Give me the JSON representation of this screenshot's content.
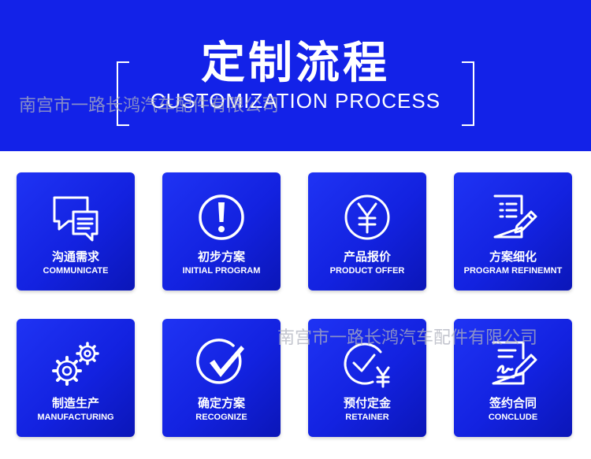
{
  "header": {
    "title_cn": "定制流程",
    "title_en": "CUSTOMIZATION PROCESS",
    "watermark": "南宫市一路长鸿汽车配件有限公司"
  },
  "steps": [
    {
      "cn": "沟通需求",
      "en": "COMMUNICATE",
      "icon": "chat-bubbles-icon"
    },
    {
      "cn": "初步方案",
      "en": "INITIAL PROGRAM",
      "icon": "exclamation-circle-icon"
    },
    {
      "cn": "产品报价",
      "en": "PRODUCT OFFER",
      "icon": "yen-circle-icon"
    },
    {
      "cn": "方案细化",
      "en": "PROGRAM REFINEMNT",
      "icon": "document-pen-icon"
    },
    {
      "cn": "制造生产",
      "en": "MANUFACTURING",
      "icon": "gears-icon"
    },
    {
      "cn": "确定方案",
      "en": "RECOGNIZE",
      "icon": "check-circle-icon"
    },
    {
      "cn": "预付定金",
      "en": "RETAINER",
      "icon": "check-yen-icon"
    },
    {
      "cn": "签约合同",
      "en": "CONCLUDE",
      "icon": "contract-sign-icon"
    }
  ],
  "colors": {
    "banner": "#1322e8",
    "card": "#1a2af0",
    "text": "#ffffff",
    "watermark": "#afb2be"
  }
}
